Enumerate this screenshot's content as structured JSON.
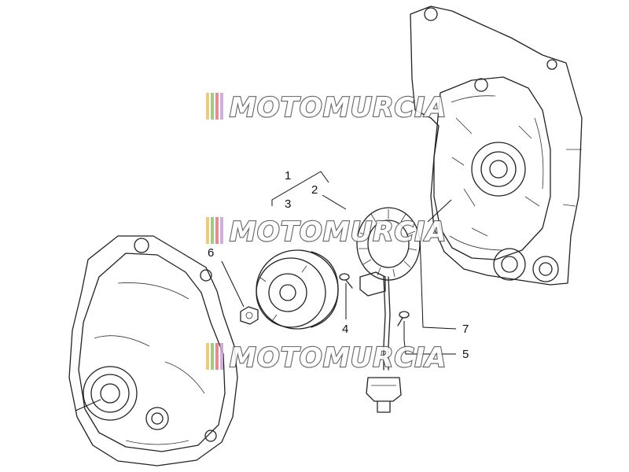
{
  "watermark": {
    "brand": "MOTOMURCIA",
    "stripe_colors": [
      "#e8c36a",
      "#8fc46a",
      "#e07a7a",
      "#c9a2d6"
    ]
  },
  "callouts": [
    {
      "id": "1",
      "label": "1"
    },
    {
      "id": "2",
      "label": "2"
    },
    {
      "id": "3",
      "label": "3"
    },
    {
      "id": "4",
      "label": "4"
    },
    {
      "id": "5",
      "label": "5"
    },
    {
      "id": "6",
      "label": "6"
    },
    {
      "id": "7",
      "label": "7"
    }
  ]
}
